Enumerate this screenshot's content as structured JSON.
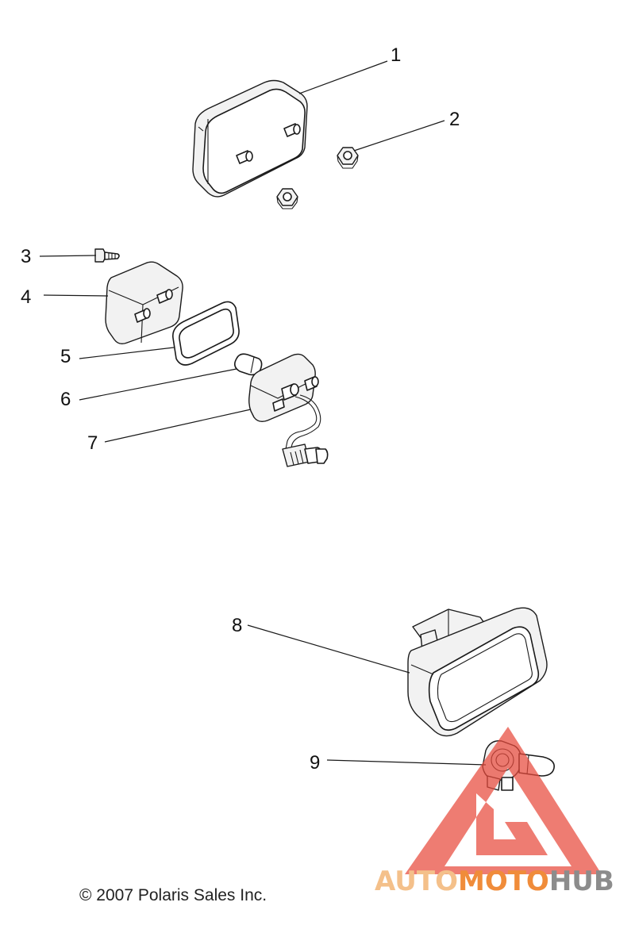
{
  "callouts": [
    "1",
    "2",
    "3",
    "4",
    "5",
    "6",
    "7",
    "8",
    "9"
  ],
  "copyright": "© 2007 Polaris Sales Inc.",
  "watermark": {
    "part1": "AUTO",
    "part2": "MOTO",
    "part3": "HUB",
    "color_light": "#f4c08a",
    "color_mid": "#f08c3a",
    "color_gray": "#8c8c8c",
    "triangle_color": "#e84a3c"
  }
}
